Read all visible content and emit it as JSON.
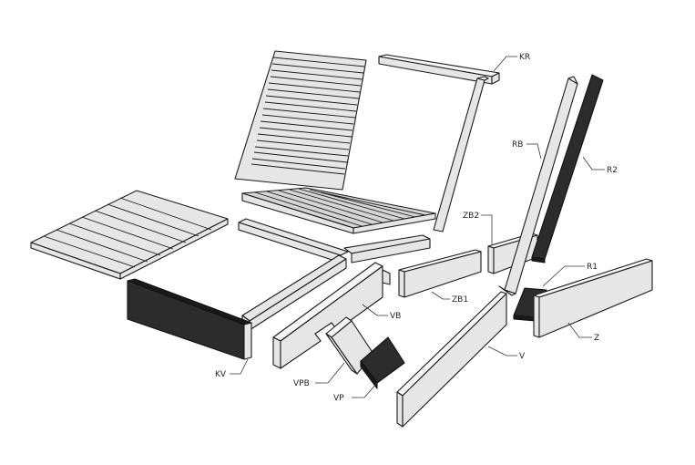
{
  "labels": {
    "kr": "KR",
    "rb": "RB",
    "r2": "R2",
    "zb2": "ZB2",
    "r1": "R1",
    "zb1": "ZB1",
    "vb": "VB",
    "z": "Z",
    "v": "V",
    "kv": "KV",
    "vpb": "VPB",
    "vp": "VP"
  },
  "colors": {
    "panel_light": "#e6e6e6",
    "panel_dark": "#2c2c2c",
    "outline": "#1a1a1a"
  }
}
